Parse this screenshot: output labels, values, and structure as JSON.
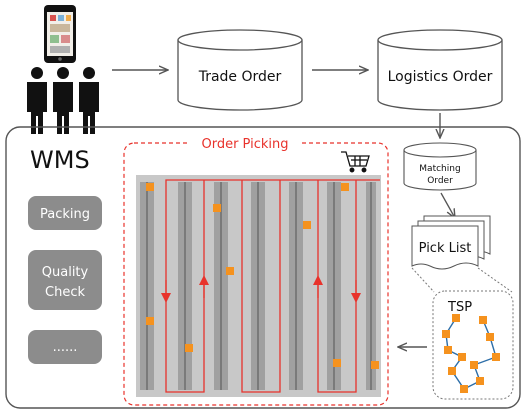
{
  "nodes": {
    "trade_order": "Trade Order",
    "logistics_order": "Logistics Order",
    "matching_order_line1": "Matching",
    "matching_order_line2": "Order",
    "pick_list": "Pick List",
    "tsp": "TSP"
  },
  "wms": {
    "title": "WMS",
    "modules": [
      {
        "lines": [
          "Packing"
        ]
      },
      {
        "lines": [
          "Quality",
          "Check"
        ]
      },
      {
        "lines": [
          "......"
        ]
      }
    ]
  },
  "order_picking": {
    "title": "Order Picking"
  },
  "icons": {
    "phone": "smartphone-icon",
    "people": "people-group-icon",
    "cart": "shopping-cart-icon"
  },
  "colors": {
    "route": "#e8322b",
    "item": "#f5921e",
    "aisle": "#c8c8c8",
    "shelf": "#9a9a9a",
    "module_bg": "#8c8c8c",
    "cylinder_fill": "#ffffff"
  }
}
